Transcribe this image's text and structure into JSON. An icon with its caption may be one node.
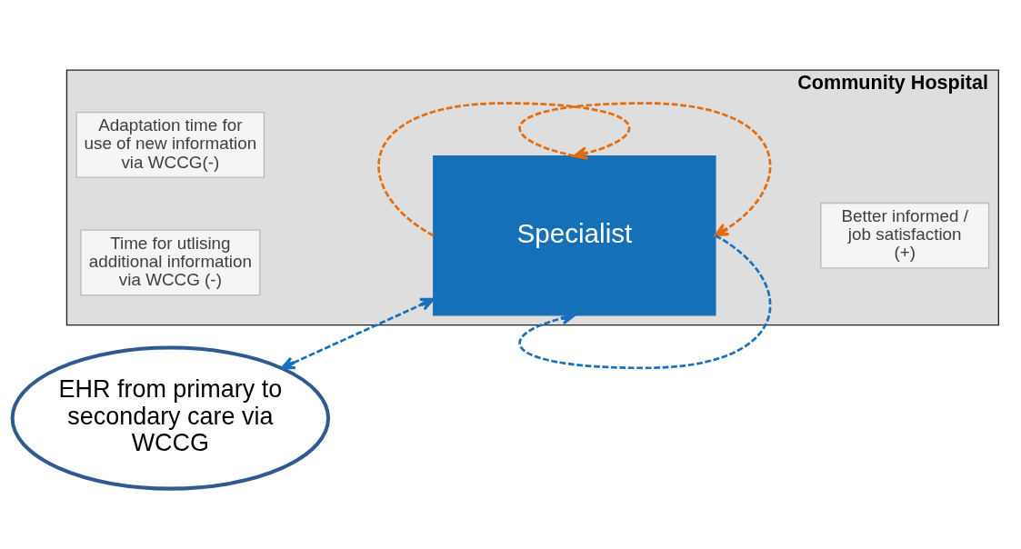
{
  "diagram": {
    "nodes": [
      {
        "text": [
          "Community Hospital"
        ]
      },
      {
        "text": [
          "Adaptation time for use of new information via WCCG(-)"
        ],
        "in": 0
      },
      {
        "text": [
          "Time for utlising additional information via WCCG (-)"
        ],
        "in": 0
      },
      {
        "text": [
          "Specialist"
        ],
        "in": 0
      },
      {
        "text": [
          "Better informed / job satisfaction (+)"
        ],
        "in": 0
      },
      {
        "text": [
          "EHR from primary to secondary care via WCCG"
        ]
      }
    ],
    "edges": [
      {
        "from": 3,
        "to": 3,
        "arrow": "to",
        "style": "dashed",
        "color": "#e46c0a"
      },
      {
        "from": 3,
        "to": 3,
        "arrow": "to",
        "style": "dashed",
        "color": "#e46c0a"
      },
      {
        "from": 3,
        "to": 3,
        "arrow": "to",
        "style": "dashed",
        "color": "#1a70bb"
      },
      {
        "from": 5,
        "to": 3,
        "arrow": "both",
        "style": "dashed",
        "color": "#1a70bb"
      }
    ]
  }
}
